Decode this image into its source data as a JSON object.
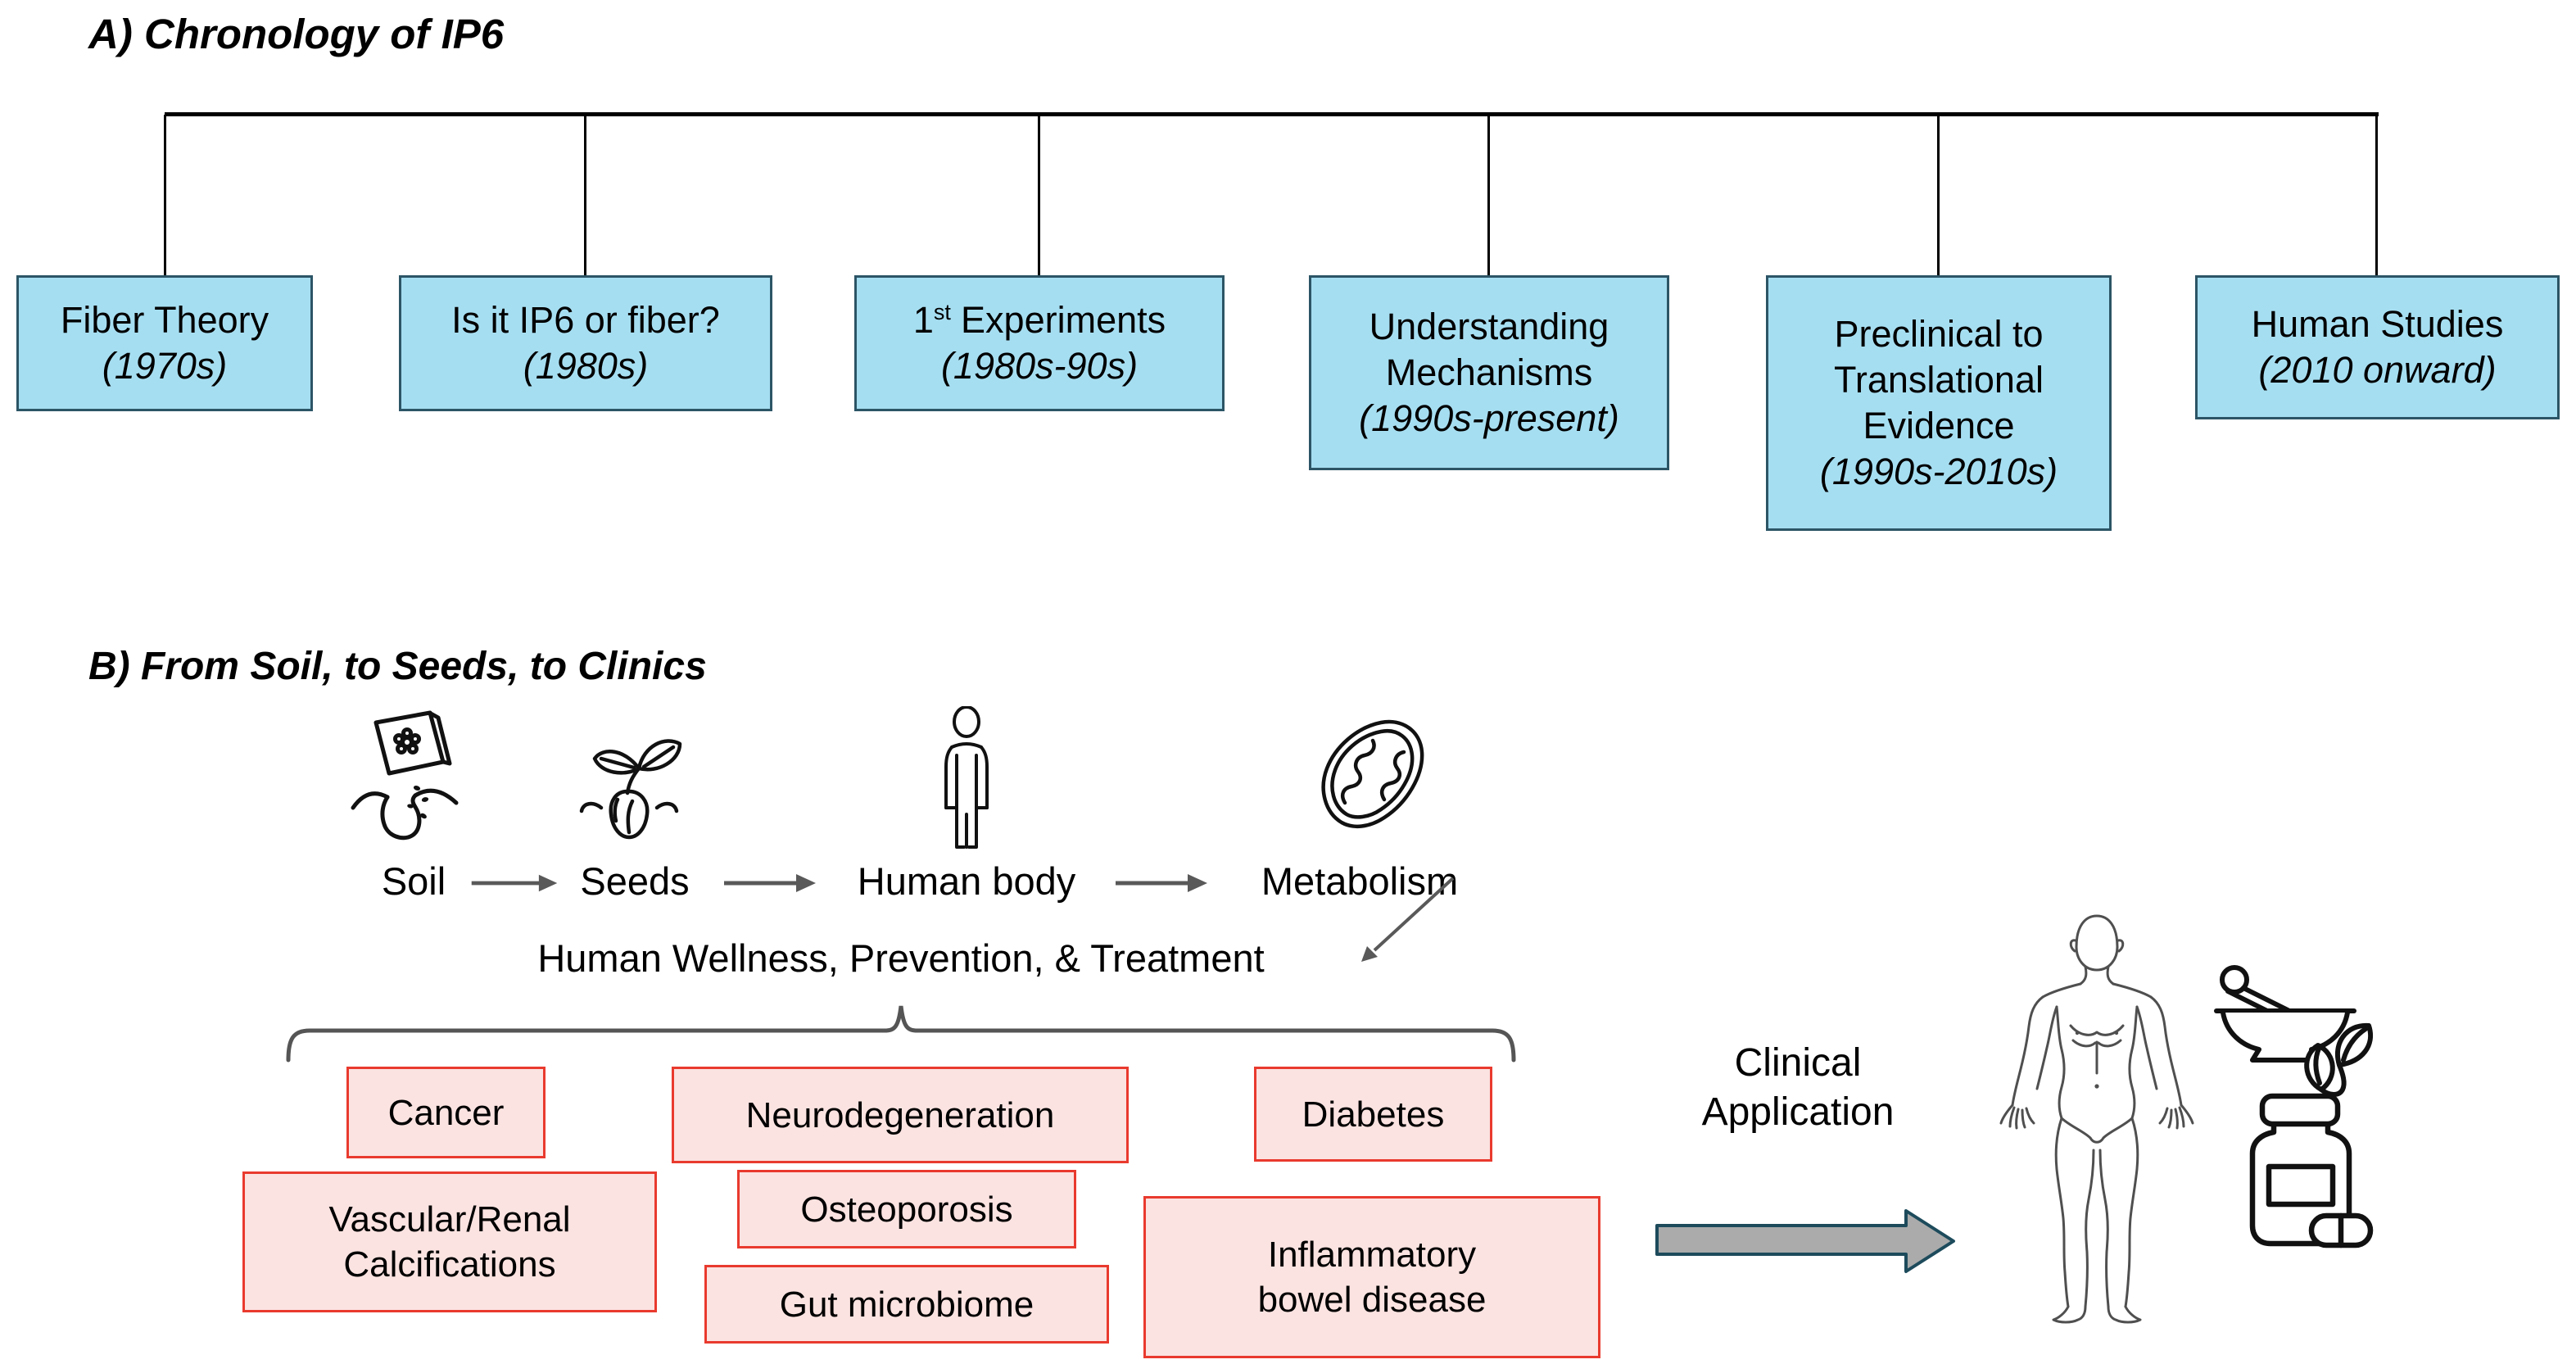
{
  "panel_a": {
    "title": "A) Chronology of IP6",
    "timeline_boxes": [
      {
        "lines": [
          "Fiber Theory"
        ],
        "date": "(1970s)"
      },
      {
        "lines": [
          "Is it IP6 or fiber?"
        ],
        "date": "(1980s)"
      },
      {
        "title_parts": {
          "num": "1",
          "sup": "st",
          "rest": "Experiments"
        },
        "date": "(1980s-90s)"
      },
      {
        "lines": [
          "Understanding",
          "Mechanisms"
        ],
        "date": "(1990s-present)"
      },
      {
        "lines": [
          "Preclinical to",
          "Translational",
          "Evidence"
        ],
        "date": "(1990s-2010s)"
      },
      {
        "lines": [
          "Human Studies"
        ],
        "date": "(2010 onward)"
      }
    ]
  },
  "panel_b": {
    "title": "B) From Soil, to Seeds, to Clinics",
    "flow_steps": [
      {
        "label": "Soil",
        "icon": "seed-packet-icon"
      },
      {
        "label": "Seeds",
        "icon": "sprout-icon"
      },
      {
        "label": "Human body",
        "icon": "person-icon"
      },
      {
        "label": "Metabolism",
        "icon": "mitochondria-icon"
      }
    ],
    "wellness_text": "Human Wellness, Prevention, & Treatment",
    "condition_boxes": [
      {
        "lines": [
          "Cancer"
        ]
      },
      {
        "lines": [
          "Neurodegeneration"
        ]
      },
      {
        "lines": [
          "Diabetes"
        ]
      },
      {
        "lines": [
          "Vascular/Renal",
          "Calcifications"
        ]
      },
      {
        "lines": [
          "Osteoporosis"
        ]
      },
      {
        "lines": [
          "Inflammatory",
          "bowel disease"
        ]
      },
      {
        "lines": [
          "Gut microbiome"
        ]
      }
    ],
    "clinical_label": {
      "line1": "Clinical",
      "line2": "Application"
    },
    "clinical_icons": [
      "human-figure-icon",
      "mortar-pestle-leaves-icon",
      "pill-bottle-icon"
    ]
  },
  "colors": {
    "timeline_box_fill": "#A6DEF1",
    "timeline_box_border": "#2C5566",
    "condition_box_fill": "#FBE3E1",
    "condition_box_border": "#E93A2E",
    "connector_line": "#000000",
    "flow_arrow": "#595959",
    "bracket": "#555555",
    "block_arrow_fill": "#ABABAB",
    "block_arrow_border": "#1D4B5C",
    "icon_stroke": "#111111",
    "body_outline": "#4F4F4F",
    "text": "#000000"
  }
}
